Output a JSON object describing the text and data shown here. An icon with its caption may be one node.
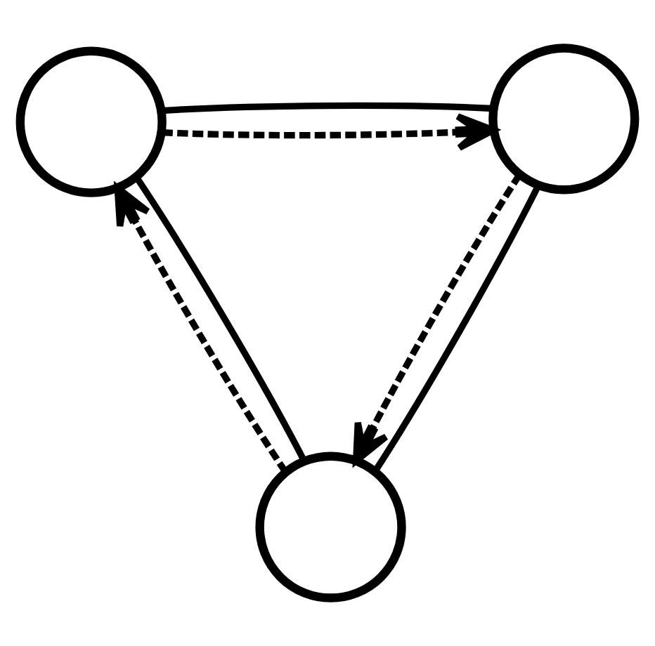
{
  "diagram": {
    "nodes": [
      {
        "text": [],
        "shape": "circle"
      },
      {
        "text": [],
        "shape": "circle"
      },
      {
        "text": [],
        "shape": "circle"
      }
    ],
    "edges": [
      {
        "from": 0,
        "to": 1,
        "arrow": "none"
      },
      {
        "from": 0,
        "to": 2,
        "arrow": "none"
      },
      {
        "from": 1,
        "to": 2,
        "arrow": "none"
      },
      {
        "from": 0,
        "to": 1,
        "arrow": "to",
        "style": "dashed"
      },
      {
        "from": 1,
        "to": 2,
        "arrow": "to",
        "style": "dashed"
      },
      {
        "from": 2,
        "to": 0,
        "arrow": "to",
        "style": "dashed"
      }
    ]
  }
}
